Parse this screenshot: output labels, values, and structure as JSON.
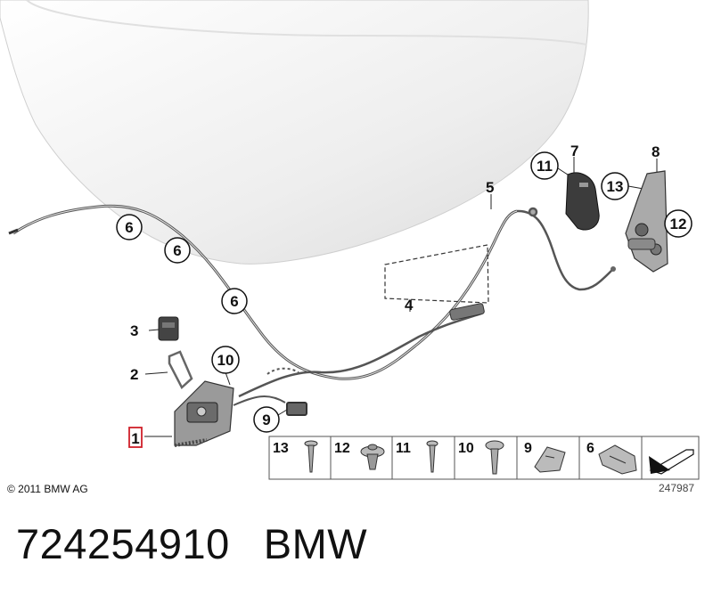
{
  "callouts": {
    "c1": "1",
    "c2": "2",
    "c3": "3",
    "c4": "4",
    "c5": "5",
    "c6a": "6",
    "c6b": "6",
    "c6c": "6",
    "c7": "7",
    "c8": "8",
    "c9": "9",
    "c10": "10",
    "c11": "11",
    "c12": "12",
    "c13": "13"
  },
  "legend": [
    "13",
    "12",
    "11",
    "10",
    "9",
    "6"
  ],
  "copyright": "© 2011 BMW AG",
  "diagram_number": "247987",
  "footer": {
    "part_number": "724254910",
    "brand": "BMW"
  },
  "colors": {
    "highlight": "#d0202a",
    "hood": "#f2f2f2",
    "outline": "#555555"
  }
}
